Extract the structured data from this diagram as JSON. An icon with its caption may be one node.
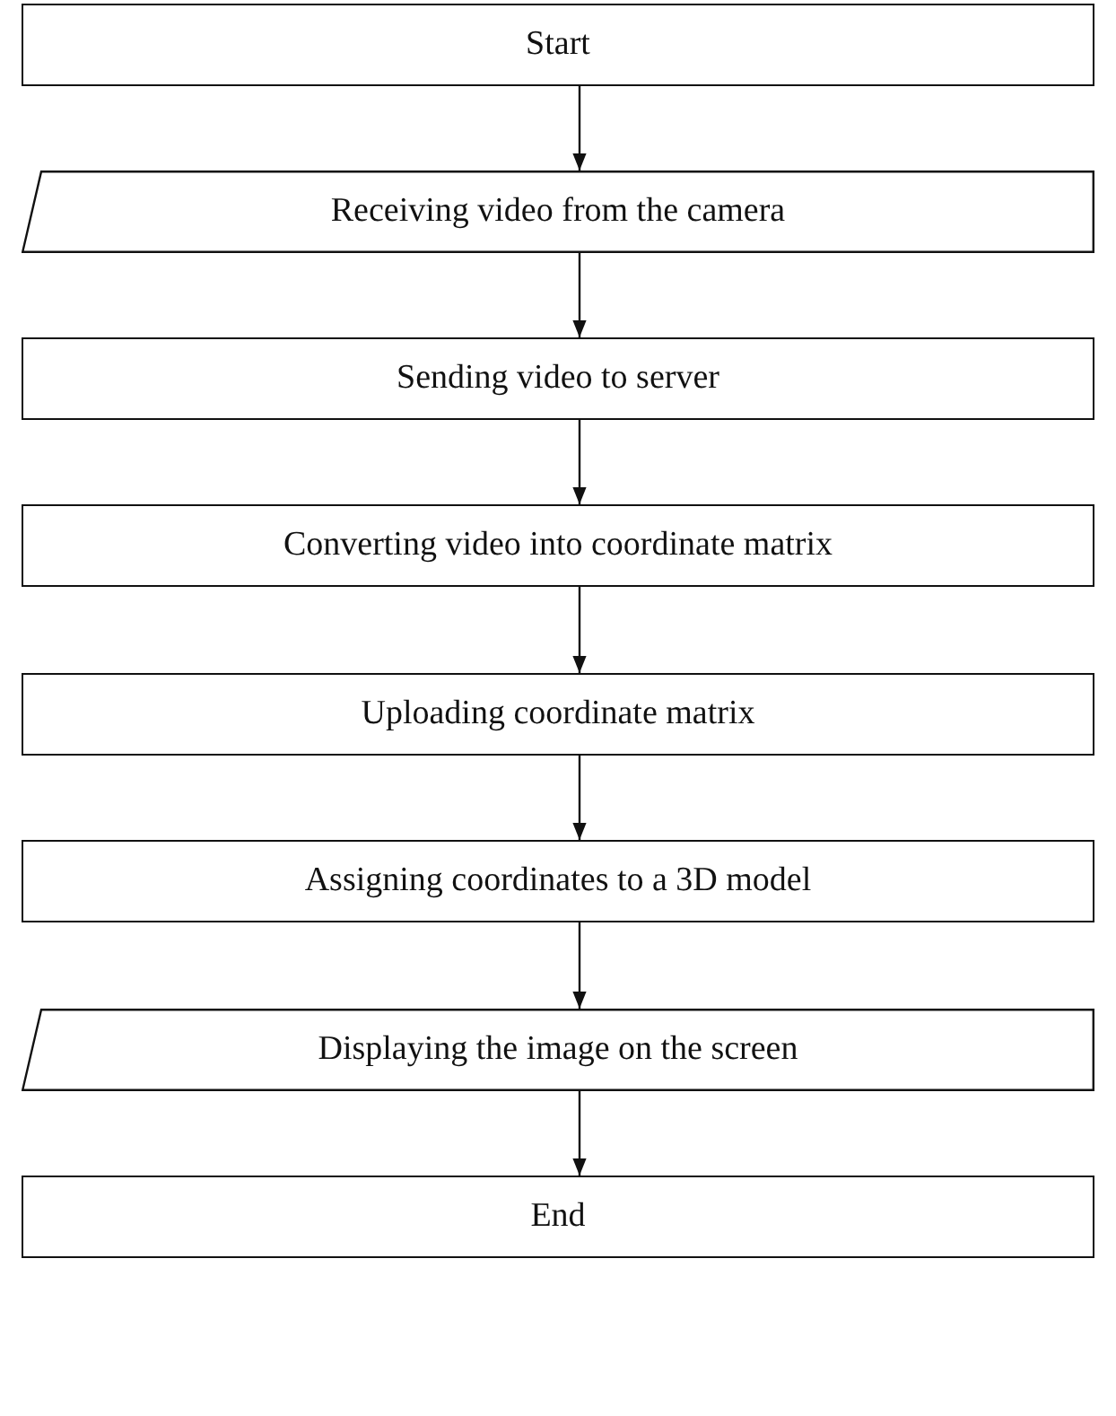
{
  "diagram": {
    "nodes": [
      {
        "text": [
          "Start"
        ]
      },
      {
        "text": [
          "Receiving video from the camera"
        ]
      },
      {
        "text": [
          "Sending video to server"
        ]
      },
      {
        "text": [
          "Converting video into coordinate matrix"
        ]
      },
      {
        "text": [
          "Uploading coordinate matrix"
        ]
      },
      {
        "text": [
          "Assigning coordinates to a 3D model"
        ]
      },
      {
        "text": [
          "Displaying the image on the screen"
        ]
      },
      {
        "text": [
          "End"
        ]
      }
    ],
    "edges": [
      {
        "from": 0,
        "to": 1,
        "arrow": "to"
      },
      {
        "from": 1,
        "to": 2,
        "arrow": "to"
      },
      {
        "from": 2,
        "to": 3,
        "arrow": "to"
      },
      {
        "from": 3,
        "to": 4,
        "arrow": "to"
      },
      {
        "from": 4,
        "to": 5,
        "arrow": "to"
      },
      {
        "from": 5,
        "to": 6,
        "arrow": "to"
      },
      {
        "from": 6,
        "to": 7,
        "arrow": "to"
      }
    ]
  }
}
